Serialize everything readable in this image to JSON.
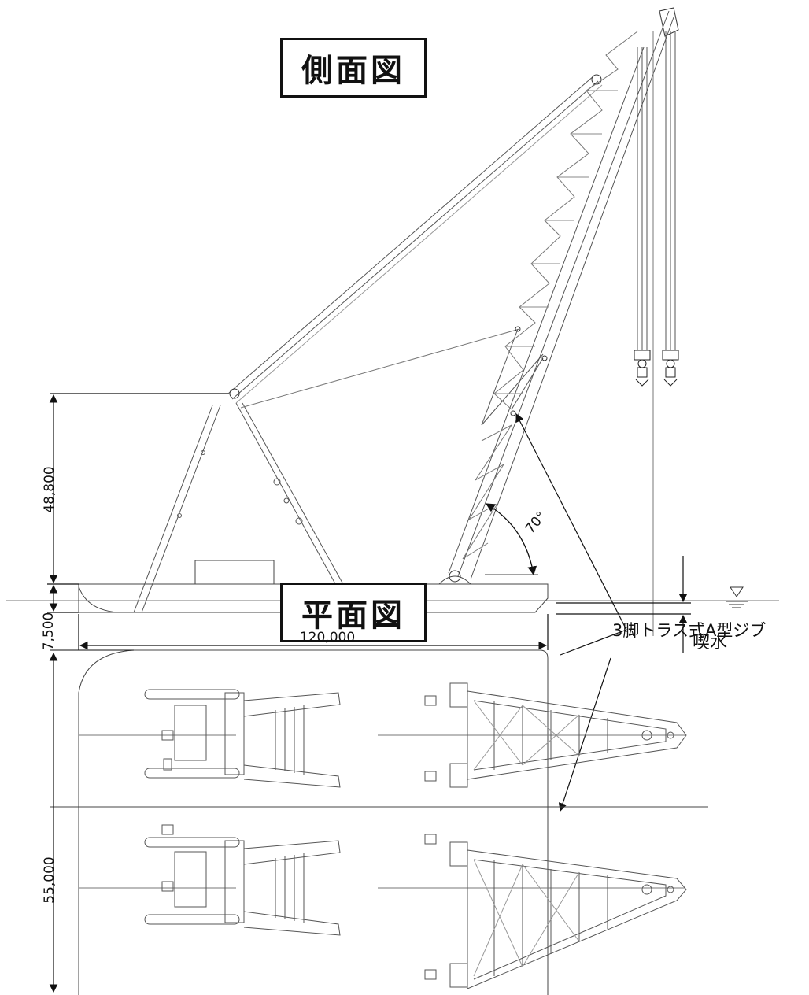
{
  "side_view": {
    "title": "側面図",
    "height_dim": "48,800",
    "depth_dim": "7,500",
    "length_dim": "120,000",
    "angle": "70°",
    "draft_label": "喫水"
  },
  "jib_label": "3脚トラス式A型ジブ",
  "plan_view": {
    "title": "平面図",
    "width_dim": "55,000"
  },
  "colors": {
    "line": "#444444",
    "text": "#111111"
  }
}
